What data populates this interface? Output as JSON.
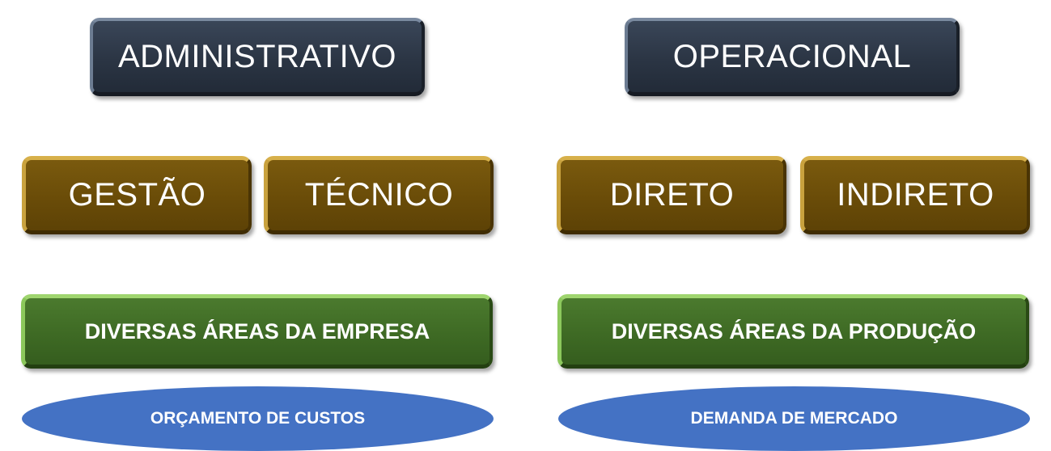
{
  "administrativo": {
    "title": "ADMINISTRATIVO",
    "sub_left": "GESTÃO",
    "sub_right": "TÉCNICO",
    "area": "DIVERSAS ÁREAS DA EMPRESA",
    "basis": "ORÇAMENTO DE CUSTOS"
  },
  "operacional": {
    "title": "OPERACIONAL",
    "sub_left": "DIRETO",
    "sub_right": "INDIRETO",
    "area": "DIVERSAS ÁREAS DA PRODUÇÃO",
    "basis": "DEMANDA DE MERCADO"
  },
  "colors": {
    "title_box": "#2b3544",
    "sub_box": "#6a4c08",
    "area_box": "#3e6a24",
    "ellipse": "#4472c4",
    "text": "#ffffff"
  }
}
